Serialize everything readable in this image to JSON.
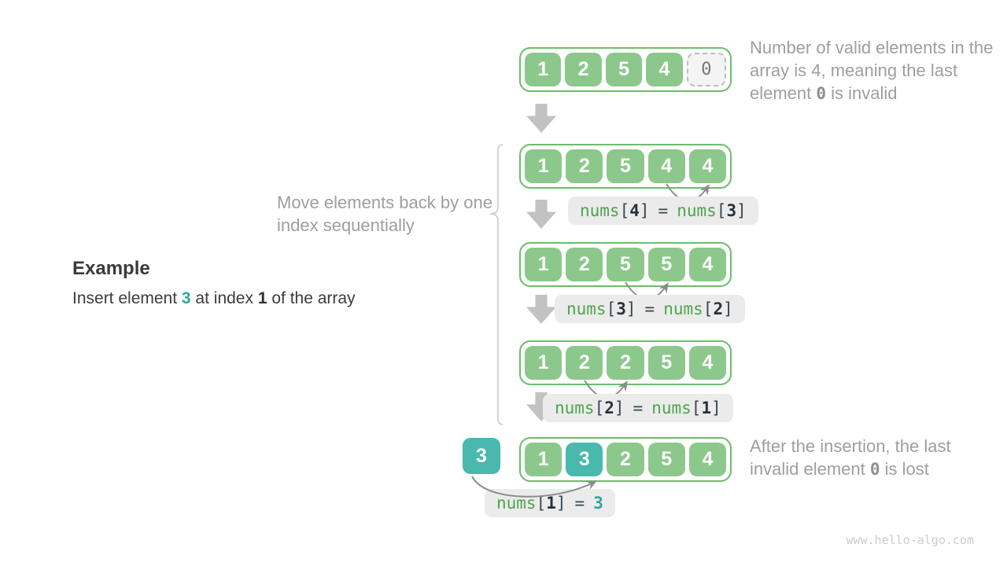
{
  "example": {
    "heading": "Example",
    "line": {
      "pre": "Insert element ",
      "value": "3",
      "mid": " at index ",
      "index": "1",
      "post": " of the array"
    }
  },
  "annotations": {
    "top": {
      "pre": "Number of valid elements in the array is 4, meaning the last element ",
      "code": "0",
      "post": " is invalid"
    },
    "brace_note": "Move elements back by one index sequentially",
    "bottom": {
      "pre": "After the insertion, the last invalid element ",
      "code": "0",
      "post": " is lost"
    }
  },
  "inserted": {
    "value": "3"
  },
  "arrays": [
    {
      "cells": [
        "1",
        "2",
        "5",
        "4",
        "0"
      ]
    },
    {
      "cells": [
        "1",
        "2",
        "5",
        "4",
        "4"
      ]
    },
    {
      "cells": [
        "1",
        "2",
        "5",
        "5",
        "4"
      ]
    },
    {
      "cells": [
        "1",
        "2",
        "2",
        "5",
        "4"
      ]
    },
    {
      "cells": [
        "1",
        "3",
        "2",
        "5",
        "4"
      ]
    }
  ],
  "labels": [
    {
      "fn1": "nums",
      "open1": "[",
      "idx1": "4",
      "close1": "]",
      "eq": "=",
      "fn2": "nums",
      "open2": "[",
      "idx2": "3",
      "close2": "]"
    },
    {
      "fn1": "nums",
      "open1": "[",
      "idx1": "3",
      "close1": "]",
      "eq": "=",
      "fn2": "nums",
      "open2": "[",
      "idx2": "2",
      "close2": "]"
    },
    {
      "fn1": "nums",
      "open1": "[",
      "idx1": "2",
      "close1": "]",
      "eq": "=",
      "fn2": "nums",
      "open2": "[",
      "idx2": "1",
      "close2": "]"
    },
    {
      "fn1": "nums",
      "open1": "[",
      "idx1": "1",
      "close1": "]",
      "eq": "=",
      "value": "3"
    }
  ],
  "footer": {
    "site": "www.hello-algo.com"
  },
  "colors": {
    "cell_green": "#8CC88B",
    "cell_teal": "#49B8AD",
    "array_border_green": "#6BBE6A",
    "label_bg": "#EBEBEB",
    "code_green": "#4EA44E",
    "code_dark": "#37474F",
    "teal_text": "#2FA79C",
    "gray_text": "#9E9E9E",
    "arrow_gray": "#C2C2C2"
  }
}
